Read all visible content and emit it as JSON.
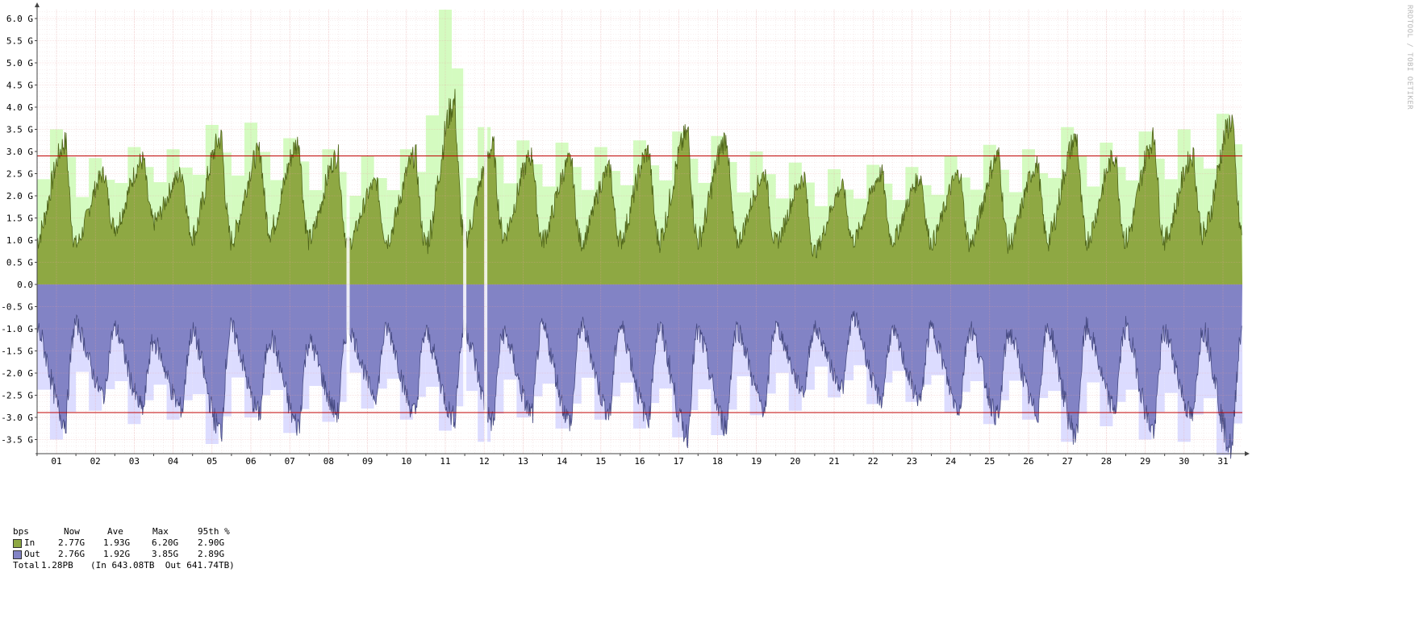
{
  "chart_data": {
    "type": "area",
    "y_unit_label": "bps",
    "y_ticks": [
      "6.0 G",
      "5.5 G",
      "5.0 G",
      "4.5 G",
      "4.0 G",
      "3.5 G",
      "3.0 G",
      "2.5 G",
      "2.0 G",
      "1.5 G",
      "1.0 G",
      "0.5 G",
      "0.0",
      "-0.5 G",
      "-1.0 G",
      "-1.5 G",
      "-2.0 G",
      "-2.5 G",
      "-3.0 G",
      "-3.5 G"
    ],
    "y_tick_values": [
      6.0,
      5.5,
      5.0,
      4.5,
      4.0,
      3.5,
      3.0,
      2.5,
      2.0,
      1.5,
      1.0,
      0.5,
      0,
      -0.5,
      -1.0,
      -1.5,
      -2.0,
      -2.5,
      -3.0,
      -3.5
    ],
    "ylim": [
      -3.85,
      6.2
    ],
    "x_ticks": [
      "01",
      "02",
      "03",
      "04",
      "05",
      "06",
      "07",
      "08",
      "09",
      "10",
      "11",
      "12",
      "13",
      "14",
      "15",
      "16",
      "17",
      "18",
      "19",
      "20",
      "21",
      "22",
      "23",
      "24",
      "25",
      "26",
      "27",
      "28",
      "29",
      "30",
      "31"
    ],
    "xlim": [
      0.5,
      31.5
    ],
    "percentile_95": {
      "in": 2.9,
      "out": -2.89
    },
    "series": [
      {
        "name": "In",
        "color": "#8ea843",
        "line_color": "#4e6418",
        "max_band_color": "#d4fbc0",
        "daily_troughs": [
          1.0,
          0.9,
          1.3,
          1.4,
          1.1,
          1.0,
          1.2,
          1.0,
          0.9,
          1.0,
          0.9,
          1.0,
          1.1,
          1.0,
          0.95,
          1.0,
          1.0,
          1.0,
          0.95,
          0.95,
          0.75,
          1.0,
          1.0,
          0.95,
          0.9,
          0.9,
          1.0,
          1.0,
          1.0,
          1.0,
          1.1
        ],
        "daily_peaks": [
          3.2,
          2.5,
          2.8,
          2.5,
          3.3,
          3.0,
          3.2,
          2.9,
          2.3,
          2.9,
          4.1,
          3.1,
          2.9,
          2.8,
          2.6,
          3.0,
          3.4,
          3.3,
          2.5,
          2.4,
          2.2,
          2.5,
          2.4,
          2.5,
          2.9,
          2.7,
          3.3,
          2.9,
          3.3,
          2.9,
          3.7
        ],
        "daily_max_band": [
          3.5,
          2.85,
          3.1,
          3.05,
          3.6,
          3.65,
          3.3,
          3.05,
          2.9,
          3.05,
          6.2,
          3.55,
          3.25,
          3.2,
          3.1,
          3.25,
          3.45,
          3.35,
          3.0,
          2.75,
          2.6,
          2.7,
          2.65,
          2.9,
          3.15,
          3.05,
          3.55,
          3.2,
          3.45,
          3.5,
          3.85
        ]
      },
      {
        "name": "Out",
        "color": "#8283c5",
        "line_color": "#464a82",
        "max_band_color": "#dcdcff",
        "daily_troughs": [
          -1.0,
          -0.9,
          -1.0,
          -1.3,
          -1.1,
          -1.0,
          -1.2,
          -1.3,
          -1.0,
          -1.0,
          -1.1,
          -1.0,
          -1.1,
          -1.0,
          -0.95,
          -0.95,
          -1.0,
          -1.1,
          -1.0,
          -0.95,
          -1.0,
          -0.75,
          -1.1,
          -1.0,
          -1.0,
          -1.1,
          -1.0,
          -1.0,
          -1.0,
          -1.1,
          -1.0
        ],
        "daily_peaks": [
          -3.1,
          -2.5,
          -2.8,
          -2.8,
          -3.3,
          -2.9,
          -3.2,
          -2.9,
          -2.5,
          -2.9,
          -3.0,
          -3.1,
          -2.9,
          -3.1,
          -2.9,
          -3.0,
          -3.4,
          -3.2,
          -2.8,
          -2.4,
          -2.3,
          -2.6,
          -2.6,
          -2.8,
          -3.0,
          -2.9,
          -3.4,
          -2.8,
          -3.3,
          -3.0,
          -3.7
        ],
        "daily_max_band": [
          -3.5,
          -2.85,
          -3.15,
          -3.05,
          -3.6,
          -3.0,
          -3.35,
          -3.1,
          -2.8,
          -3.05,
          -3.3,
          -3.55,
          -3.0,
          -3.25,
          -3.05,
          -3.25,
          -3.45,
          -3.4,
          -2.95,
          -2.85,
          -2.55,
          -2.7,
          -2.65,
          -2.9,
          -3.15,
          -3.05,
          -3.55,
          -3.2,
          -3.5,
          -3.55,
          -3.85
        ]
      }
    ],
    "gaps": [
      8.5,
      11.5,
      12.04
    ]
  },
  "legend": {
    "unit": "bps",
    "headers": {
      "now": "Now",
      "ave": "Ave",
      "max": "Max",
      "p95": "95th %"
    },
    "rows": [
      {
        "label": "In",
        "now": "2.77G",
        "ave": "1.93G",
        "max": "6.20G",
        "p95": "2.90G",
        "color": "#6c8c28"
      },
      {
        "label": "Out",
        "now": "2.76G",
        "ave": "1.92G",
        "max": "3.85G",
        "p95": "2.89G",
        "color": "#6462a8"
      }
    ],
    "total": {
      "label": "Total",
      "value": "1.28PB",
      "detail": "(In 643.08TB  Out 641.74TB)"
    }
  },
  "watermark": "RRDTOOL / TOBI OETIKER"
}
